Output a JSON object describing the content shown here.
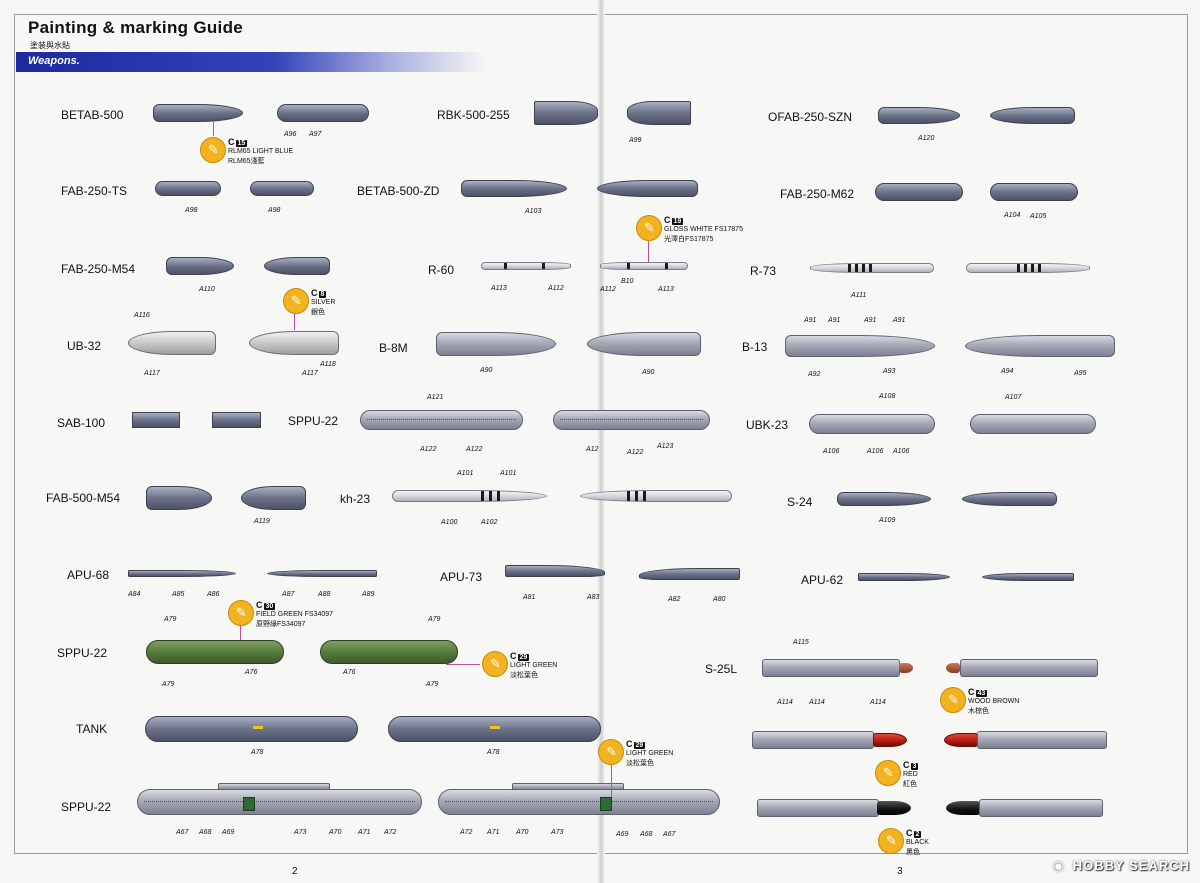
{
  "header": {
    "title": "Painting & marking Guide",
    "subtitle": "塗装與水貼",
    "section": "Weapons."
  },
  "weapons": {
    "betab500": "BETAB-500",
    "fab250ts": "FAB-250-TS",
    "fab250m54": "FAB-250-M54",
    "ub32": "UB-32",
    "sab100": "SAB-100",
    "fab500m54": "FAB-500-M54",
    "apu68": "APU-68",
    "sppu22_a": "SPPU-22",
    "tank": "TANK",
    "sppu22_c": "SPPU-22",
    "rbk500255": "RBK-500-255",
    "betab500zd": "BETAB-500-ZD",
    "r60": "R-60",
    "b8m": "B-8M",
    "sppu22_b": "SPPU-22",
    "kh23": "kh-23",
    "apu73": "APU-73",
    "ofab250szn": "OFAB-250-SZN",
    "fab250m62": "FAB-250-M62",
    "r73": "R-73",
    "b13": "B-13",
    "ubk23": "UBK-23",
    "s24": "S-24",
    "apu62": "APU-62",
    "s25l": "S-25L"
  },
  "parts": {
    "a96": "A96",
    "a97": "A97",
    "a98": "A98",
    "a99": "A99",
    "a100": "A100",
    "a101": "A101",
    "a102": "A102",
    "a103": "A103",
    "a104": "A104",
    "a105": "A105",
    "a106": "A106",
    "a107": "A107",
    "a108": "A108",
    "a109": "A109",
    "a110": "A110",
    "a112": "A112",
    "a113": "A113",
    "a114": "A114",
    "a115": "A115",
    "a116": "A116",
    "a117": "A117",
    "a118": "A118",
    "a119": "A119",
    "a120": "A120",
    "a121": "A121",
    "a122": "A122",
    "a123": "A123",
    "a12": "A12",
    "a67": "A67",
    "a68": "A68",
    "a69": "A69",
    "a70": "A70",
    "a71": "A71",
    "a72": "A72",
    "a73": "A73",
    "a76": "A76",
    "a78": "A78",
    "a79": "A79",
    "a80": "A80",
    "a81": "A81",
    "a82": "A82",
    "a83": "A83",
    "a84": "A84",
    "a85": "A85",
    "a86": "A86",
    "a87": "A87",
    "a88": "A88",
    "a89": "A89",
    "a90": "A90",
    "a91": "A91",
    "a92": "A92",
    "a93": "A93",
    "a94": "A94",
    "a95": "A95",
    "b10": "B10"
  },
  "colors": {
    "c15": {
      "letter": "C",
      "number": "15",
      "name": "RLM65 LIGHT BLUE",
      "local": "RLM65淺藍"
    },
    "c19": {
      "letter": "C",
      "number": "19",
      "name": "GLOSS WHITE FS17875",
      "local": "光澤白FS17875"
    },
    "c8": {
      "letter": "C",
      "number": "8",
      "name": "SILVER",
      "local": "銀色"
    },
    "c30": {
      "letter": "C",
      "number": "30",
      "name": "FIELD GREEN FS34097",
      "local": "原野綠FS34097"
    },
    "c29a": {
      "letter": "C",
      "number": "29",
      "name": "LIGHT GREEN",
      "local": "淡松葉色"
    },
    "c29b": {
      "letter": "C",
      "number": "29",
      "name": "LIGHT GREEN",
      "local": "淡松葉色"
    },
    "c43": {
      "letter": "C",
      "number": "43",
      "name": "WOOD BROWN",
      "local": "木棕色"
    },
    "c3": {
      "letter": "C",
      "number": "3",
      "name": "RED",
      "local": "紅色"
    },
    "c2": {
      "letter": "C",
      "number": "2",
      "name": "BLACK",
      "local": "黑色"
    },
    "badge_hex": "#f2b320",
    "band_hex": "#1b2a9e"
  },
  "icons": {
    "brush": "paint-brush-icon",
    "watermark": "camera-icon"
  },
  "footer": {
    "page_left": "2",
    "page_right": "3",
    "watermark": "HOBBY SEARCH"
  }
}
